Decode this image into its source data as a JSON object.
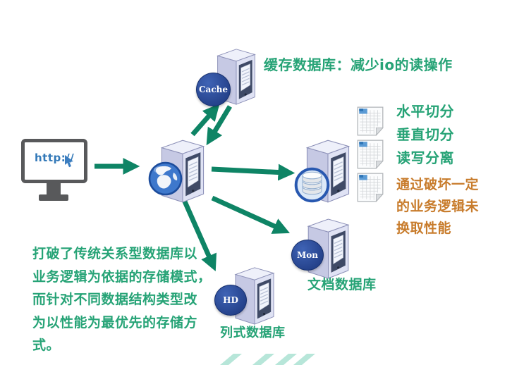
{
  "colors": {
    "arrow_green": "#0e8465",
    "text_green": "#26a376",
    "text_orange": "#c87c2c",
    "badge_blue": "#2b4b96",
    "url_blue": "#3379b8",
    "watermark_teal": "#b7e6d9"
  },
  "client": {
    "url": "http://"
  },
  "cache": {
    "badge": "Cache",
    "note": "缓存数据库：减少io的读操作"
  },
  "relational": {
    "features": [
      "水平切分",
      "垂直切分",
      "读写分离"
    ],
    "tradeoff": [
      "通过破坏一定",
      "的业务逻辑未",
      "换取性能"
    ]
  },
  "document_db": {
    "badge": "Mon",
    "label": "文档数据库"
  },
  "column_db": {
    "badge": "HD",
    "label": "列式数据库"
  },
  "note": {
    "lines": [
      "打破了传统关系型数据库以",
      "业务逻辑为依据的存储模式，",
      "而针对不同数据结构类型改",
      "为以性能为最优先的存储方",
      "式。"
    ]
  }
}
